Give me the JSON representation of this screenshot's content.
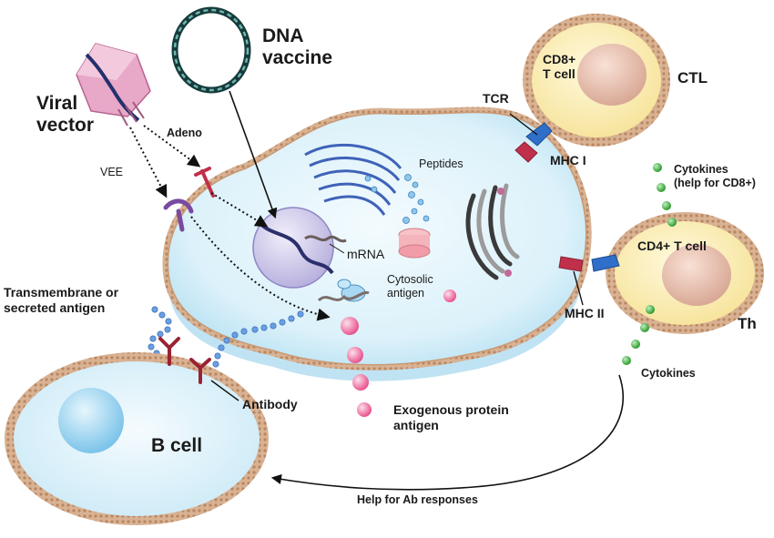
{
  "labels": {
    "viral_vector": [
      "Viral",
      "vector"
    ],
    "dna_vaccine": [
      "DNA",
      "vaccine"
    ],
    "adeno": "Adeno",
    "vee": "VEE",
    "peptides": "Peptides",
    "mrna": "mRNA",
    "cytosolic_antigen": [
      "Cytosolic",
      "antigen"
    ],
    "tcr": "TCR",
    "mhc1": "MHC I",
    "mhc2": "MHC II",
    "cd8_cell": [
      "CD8+",
      "T cell"
    ],
    "ctl": "CTL",
    "cytokines_help": [
      "Cytokines",
      "(help for CD8+)"
    ],
    "cd4_cell": "CD4+ T cell",
    "th": "Th",
    "cytokines": "Cytokines",
    "transmembrane": [
      "Transmembrane or",
      "secreted antigen"
    ],
    "antibody": "Antibody",
    "b_cell": "B cell",
    "exogenous": [
      "Exogenous protein",
      "antigen"
    ],
    "help_ab": "Help for Ab responses"
  },
  "colors": {
    "membrane_outer": "#d4ad8c",
    "membrane_inner": "#c99a74",
    "cytoplasm": "#dff2fa",
    "cytoplasm_edge": "#9fd3ea",
    "t_cell_fill": "#fbeeb5",
    "t_cell_nucleus": "#e9c2b3",
    "b_cell_fill": "#dff2fa",
    "b_cell_nucleus": "#9ed4ef",
    "receptor_blue": "#2f6fc9",
    "receptor_red": "#c0304a",
    "cytokine_green": "#3aaa3a",
    "antigen_pink": "#f07aa8",
    "antigen_chain_blue": "#5b8fd8",
    "antibody_maroon": "#9a2235"
  }
}
